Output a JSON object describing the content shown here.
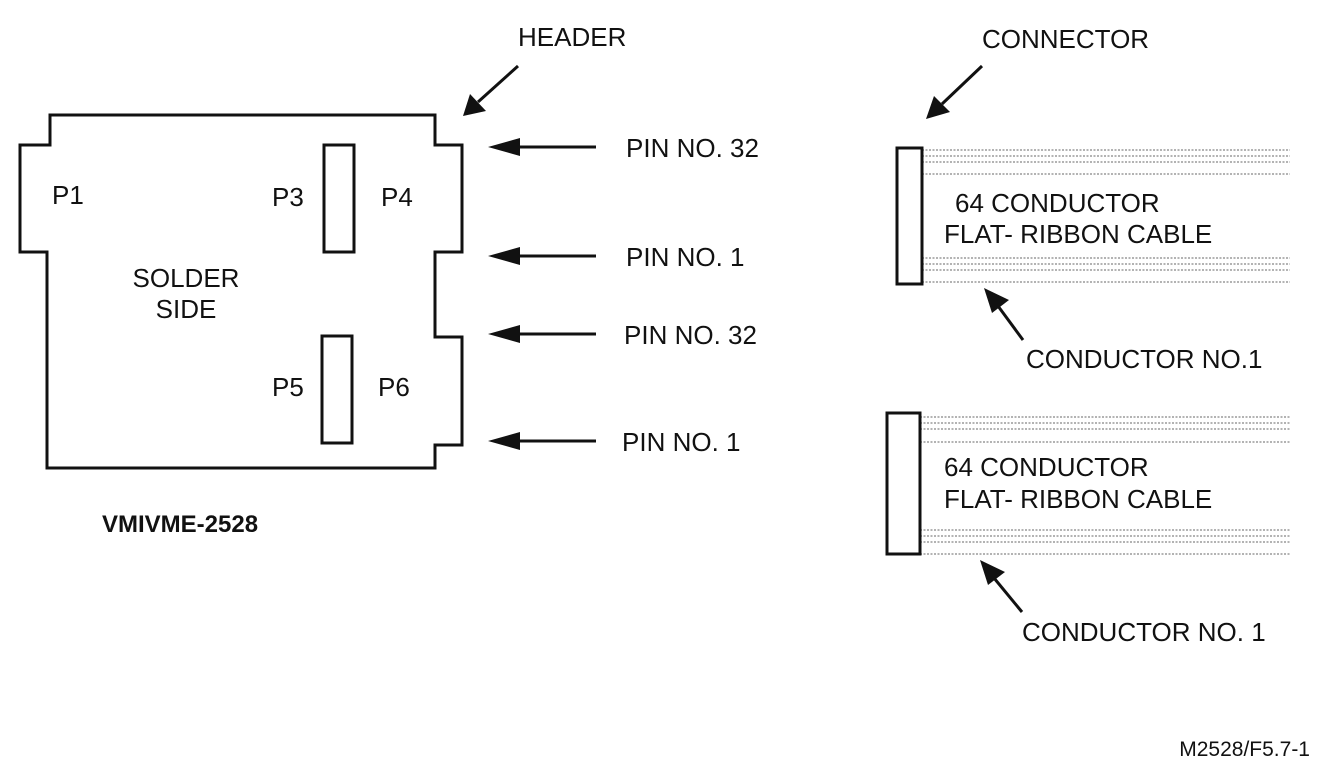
{
  "board": {
    "name": "VMIVME-2528",
    "side_label_line1": "SOLDER",
    "side_label_line2": "SIDE",
    "p1": "P1",
    "p3": "P3",
    "p4": "P4",
    "p5": "P5",
    "p6": "P6"
  },
  "callouts": {
    "header": "HEADER",
    "pin_top_32": "PIN NO. 32",
    "pin_top_1": "PIN NO. 1",
    "pin_bottom_32": "PIN NO. 32",
    "pin_bottom_1": "PIN NO. 1"
  },
  "cable_top": {
    "connector_label": "CONNECTOR",
    "line1": "64 CONDUCTOR",
    "line2": "FLAT- RIBBON CABLE",
    "conductor_label": "CONDUCTOR NO.1"
  },
  "cable_bottom": {
    "line1": "64 CONDUCTOR",
    "line2": "FLAT- RIBBON CABLE",
    "conductor_label": "CONDUCTOR NO. 1"
  },
  "figure_id": "M2528/F5.7-1"
}
